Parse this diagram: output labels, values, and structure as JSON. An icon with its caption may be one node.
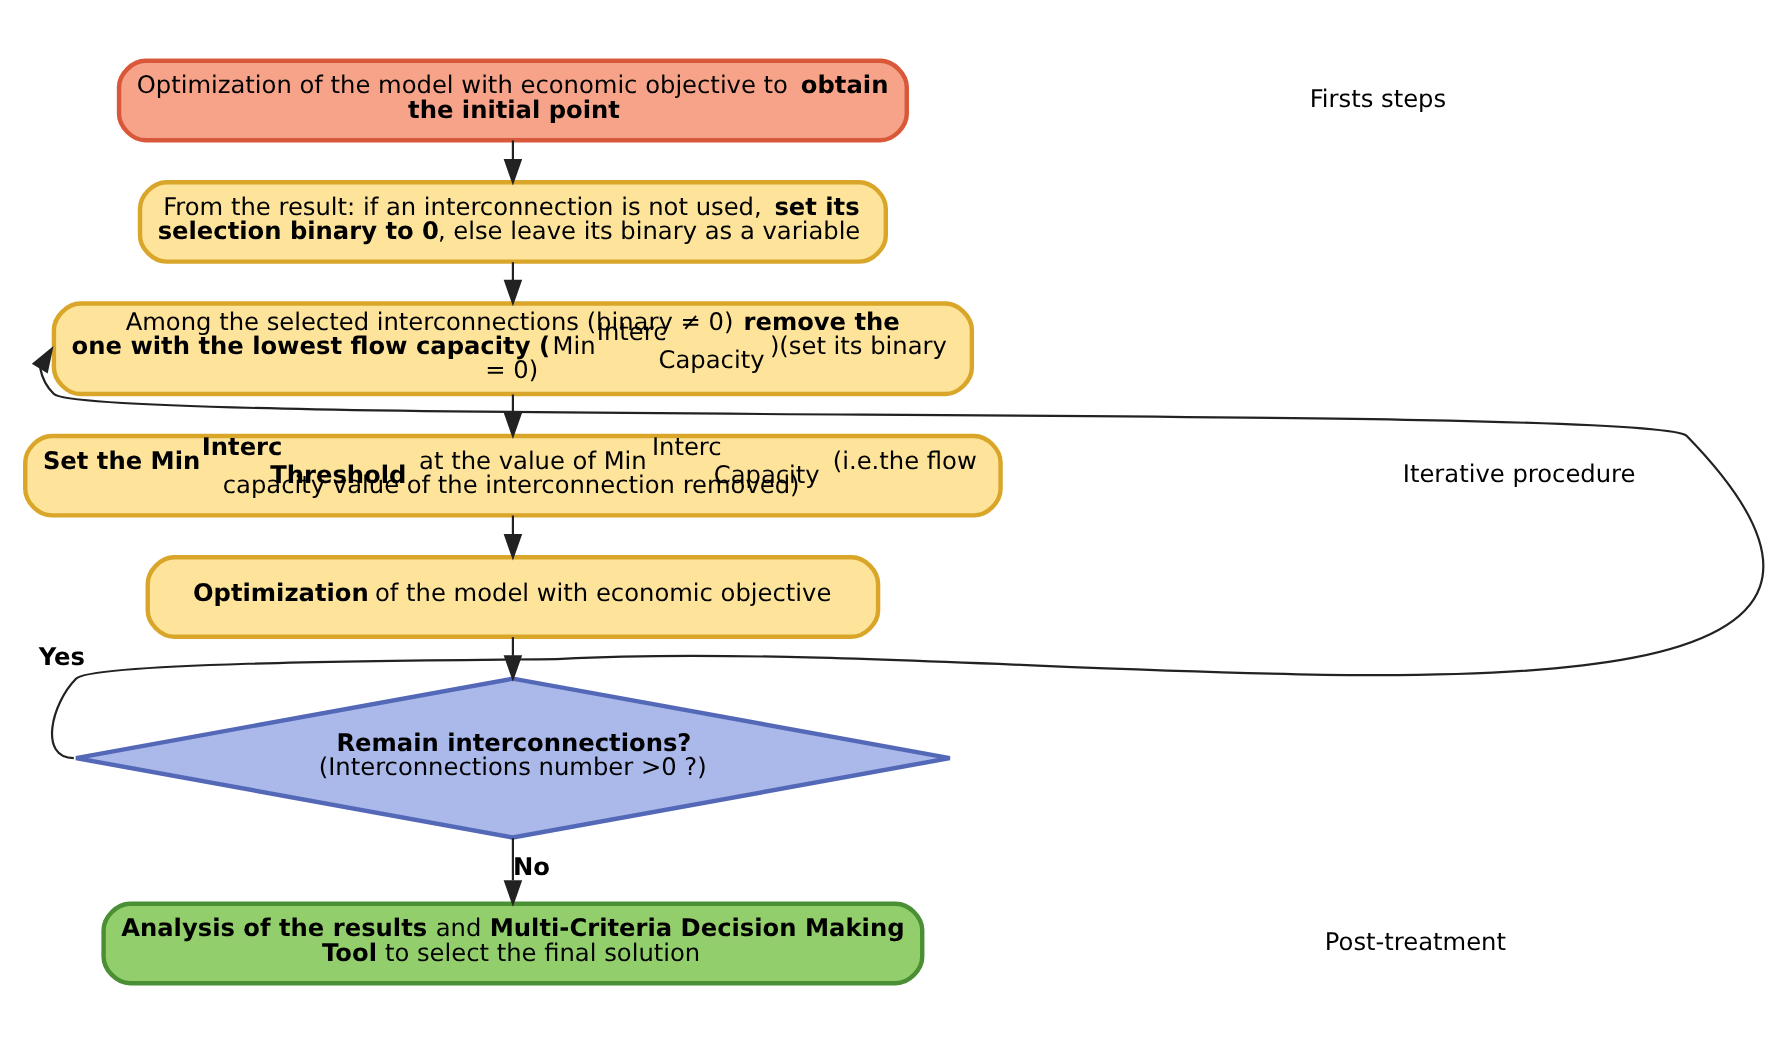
{
  "diagram": {
    "nodes": [
      {
        "text": [
          "Optimization of the model with economic objective to **obtain the initial point**"
        ]
      },
      {
        "text": [
          "From the result: if an interconnection is not used, **set its selection binary to 0**, else leave its binary as a variable"
        ]
      },
      {
        "text": [
          "Among the selected interconnections (binary ≠ 0) **remove the one with the lowest flow capacity (**Min$^{Interc}$$_{Capacity}$)(set its binary = 0)"
        ]
      },
      {
        "text": [
          "**Set the Min$^{Interc}$$_{Threshold}$** at the value of Min$^{Interc}$$_{Capacity}$ (i.e.the flow capacity value of the interconnection removed)"
        ]
      },
      {
        "text": [
          "**Optimization** of the model with economic objective"
        ]
      },
      {
        "text": [
          "**Remain interconnections?** (Interconnections number >0 ?)"
        ]
      },
      {
        "text": [
          "**Analysis of the results** and **Multi-Criteria Decision Making Tool** to select the final solution"
        ]
      }
    ],
    "edges": [
      {
        "from": 0,
        "to": 1,
        "arrow": "to"
      },
      {
        "from": 1,
        "to": 2,
        "arrow": "to"
      },
      {
        "from": 2,
        "to": 3,
        "arrow": "to"
      },
      {
        "from": 3,
        "to": 4,
        "arrow": "to"
      },
      {
        "from": 4,
        "to": 5,
        "arrow": "to"
      },
      {
        "from": 5,
        "to": 6,
        "arrow": "to",
        "label": "No"
      },
      {
        "from": 5,
        "to": 2,
        "arrow": "to",
        "label": "Yes"
      }
    ],
    "labels": [
      "Firsts steps",
      "Iterative procedure",
      "Post-treatment"
    ]
  }
}
